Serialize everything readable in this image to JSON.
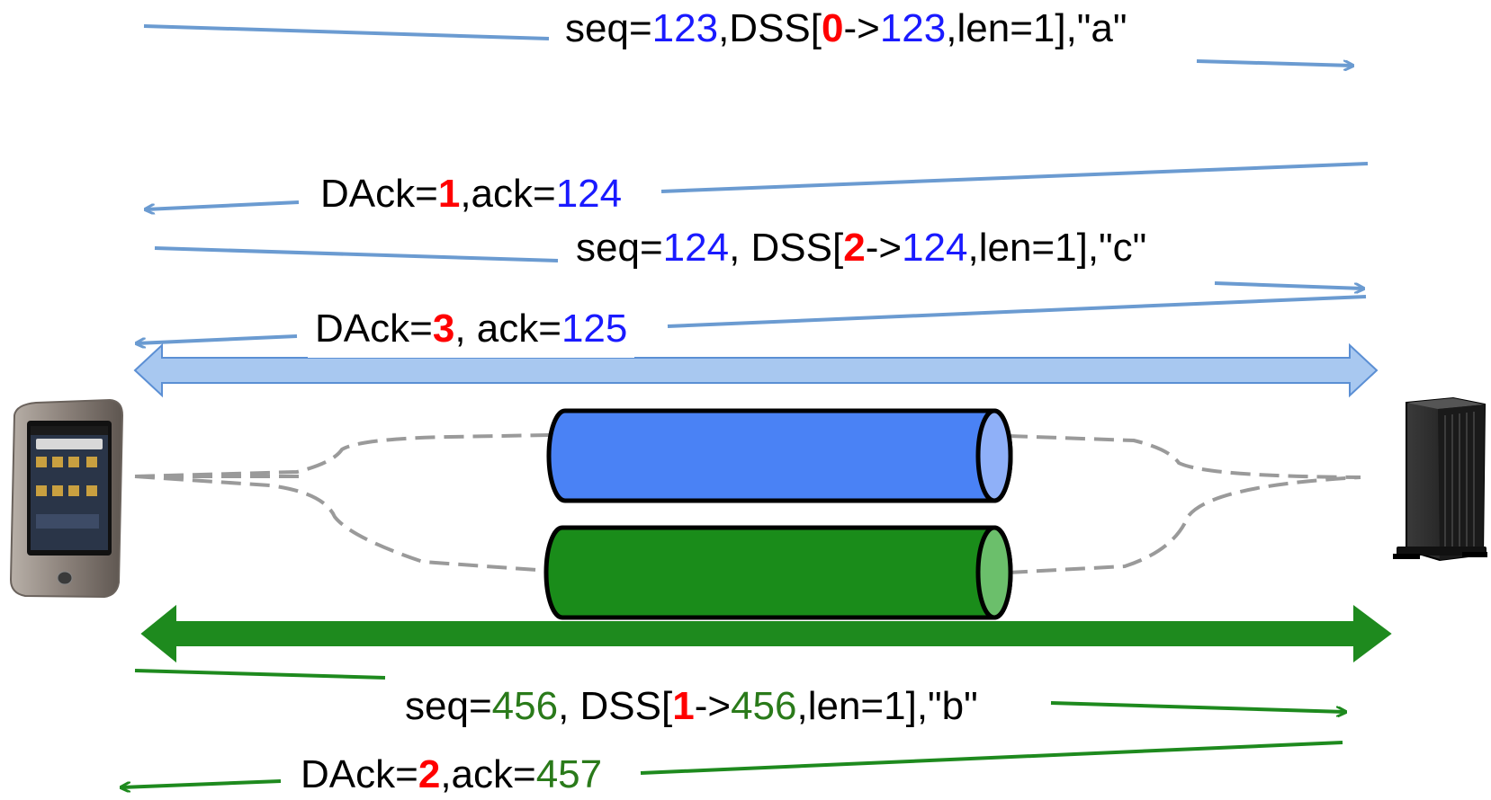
{
  "colors": {
    "subflow1": "#6b9bd1",
    "subflow2": "#1e8a1e",
    "dsn_highlight": "#ff0000",
    "subflow1_number": "#1a1aff",
    "subflow2_number": "#2a7a1a",
    "tube_blue": "#4a82f5",
    "tube_green": "#1a8c1a"
  },
  "icons": {
    "client": "smartphone-icon",
    "server": "tower-server-icon"
  },
  "messages": [
    {
      "id": "msg1",
      "prefix": "seq=",
      "seq": "123",
      "mid1": ",DSS[",
      "dsn": "0",
      "mid2": "->",
      "sub": "123",
      "suffix": ",len=1],\"a\""
    },
    {
      "id": "msg2",
      "prefix": "DAck=",
      "dack": "1",
      "mid1": ",ack=",
      "ack": "124"
    },
    {
      "id": "msg3",
      "prefix": "seq=",
      "seq": "124",
      "mid1": ", DSS[",
      "dsn": "2",
      "mid2": "->",
      "sub": "124",
      "suffix": ",len=1],\"c\""
    },
    {
      "id": "msg4",
      "prefix": "DAck=",
      "dack": "3",
      "mid1": ", ack=",
      "ack": "125"
    },
    {
      "id": "msg5",
      "prefix": "seq=",
      "seq": "456",
      "mid1": ", DSS[",
      "dsn": "1",
      "mid2": "->",
      "sub": "456",
      "suffix": ",len=1],\"b\""
    },
    {
      "id": "msg6",
      "prefix": "DAck=",
      "dack": "2",
      "mid1": ",ack=",
      "ack": "457"
    }
  ]
}
